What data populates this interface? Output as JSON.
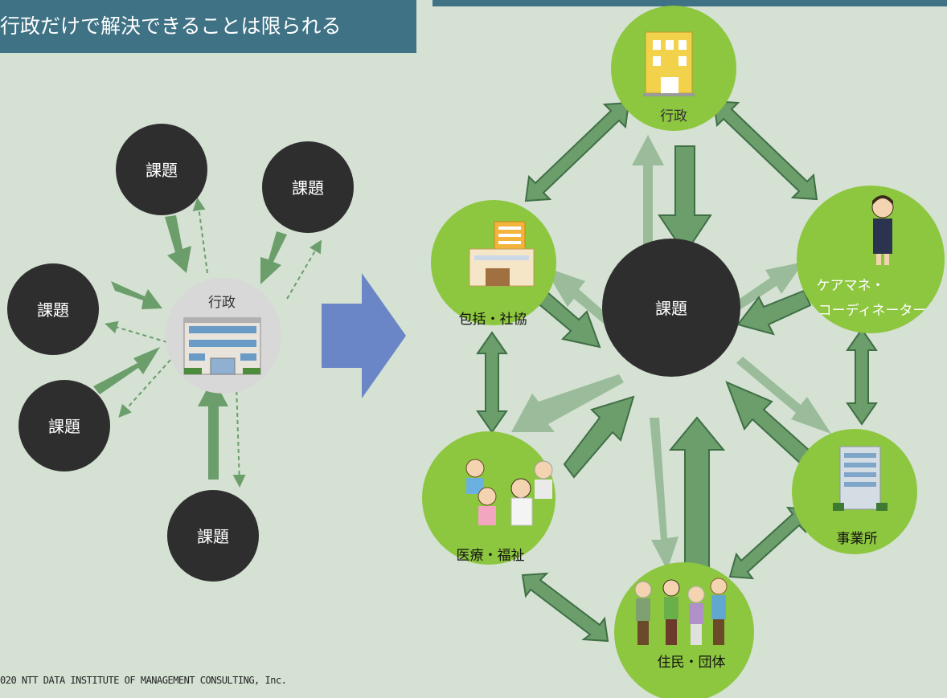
{
  "header": {
    "title": "行政だけで解決できることは限られる"
  },
  "left_diagram": {
    "issue_label": "課題",
    "center_label": "行政"
  },
  "right_diagram": {
    "center_label": "課題",
    "nodes": {
      "gyosei": "行政",
      "hokatsu": "包括・社協",
      "caremanager_line1": "ケアマネ・",
      "caremanager_line2": "コーディネーター",
      "jigyosho": "事業所",
      "iryo": "医療・福祉",
      "jumin": "住民・団体"
    }
  },
  "footer": {
    "copyright": "020  NTT DATA INSTITUTE OF MANAGEMENT CONSULTING, Inc."
  },
  "colors": {
    "banner": "#3f7285",
    "background": "#d4e1d3",
    "node_green": "#8dc63f",
    "issue_dark": "#2e2e2e",
    "arrow_green": "#6b9e6b",
    "arrow_stroke": "#3f6f45",
    "big_arrow_blue": "#6a86c6"
  }
}
